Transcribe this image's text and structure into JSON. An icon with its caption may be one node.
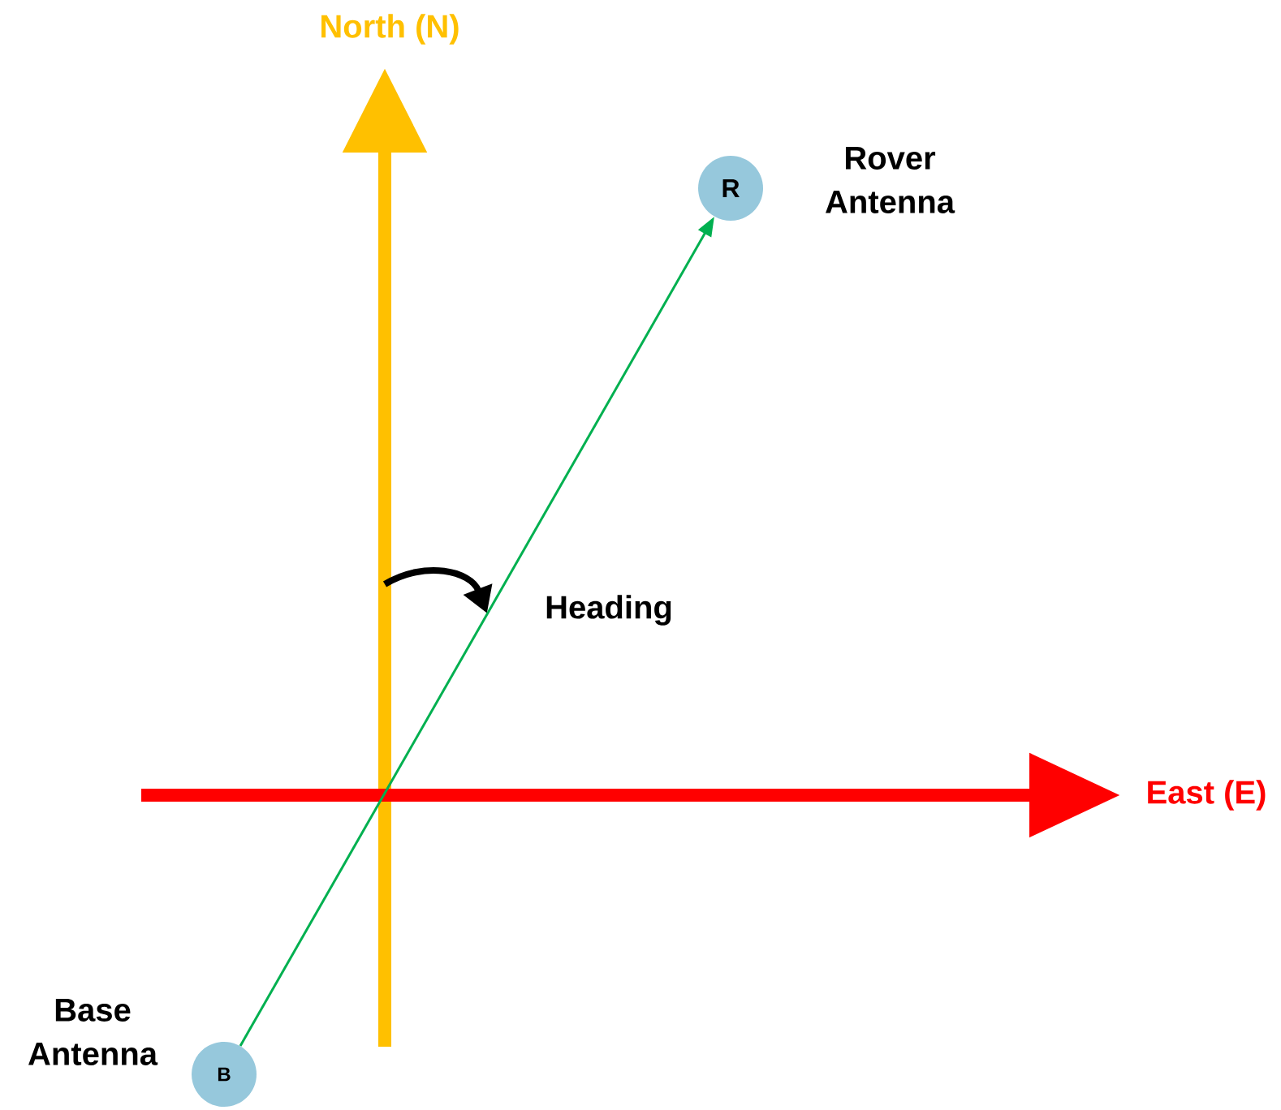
{
  "diagram": {
    "nodes": [
      {
        "text": [
          "B"
        ],
        "beside": [
          "Base Antenna"
        ]
      },
      {
        "text": [
          "R"
        ],
        "beside": [
          "Rover Antenna"
        ]
      }
    ],
    "edges": [
      {
        "from": 0,
        "to": 1,
        "arrow": "to",
        "color": "#00b050"
      }
    ],
    "labels": [
      "North (N)",
      "Heading",
      "East (E)"
    ]
  }
}
